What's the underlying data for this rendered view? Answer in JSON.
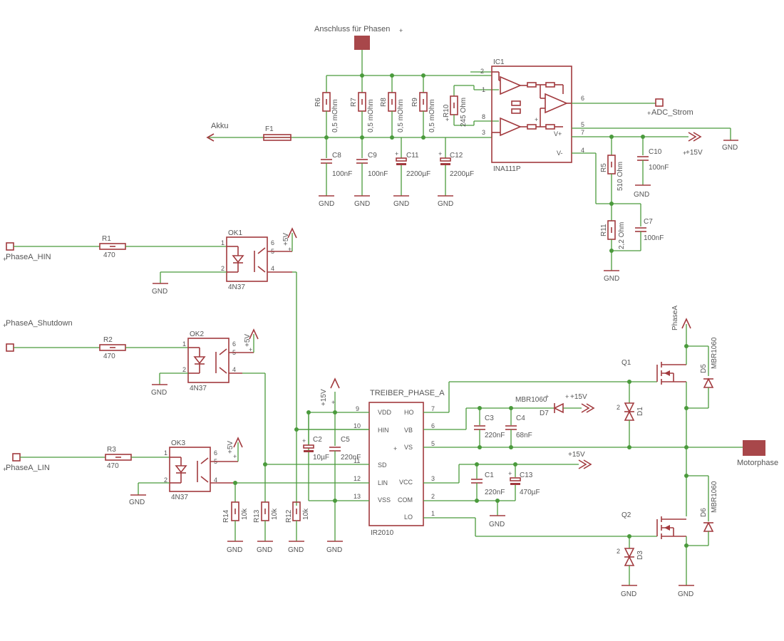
{
  "nets": {
    "phase_in": "Anschluss für Phasen",
    "akku": "Akku",
    "adc": "ADC_Strom",
    "hin": "PhaseA_HIN",
    "shutdown": "PhaseA_Shutdown",
    "lin": "PhaseA_LIN",
    "phasea": "PhaseA",
    "motorphase": "Motorphase",
    "p15v": "+15V",
    "p5v": "+5V",
    "gnd": "GND",
    "treiber": "TREIBER_PHASE_A"
  },
  "parts": {
    "F1": "F1",
    "IC1": "IC1",
    "INA111P": "INA111P",
    "R6": "R6",
    "R7": "R7",
    "R8": "R8",
    "R9": "R9",
    "R10": "R10",
    "v05": "0,5 mOhm",
    "v245": "245 Ohm",
    "C8": "C8",
    "C9": "C9",
    "C11": "C11",
    "C12": "C12",
    "C10": "C10",
    "C7": "C7",
    "v100n": "100nF",
    "v2200u": "2200µF",
    "R5": "R5",
    "v510": "510 Ohm",
    "R11": "R11",
    "v22": "2,2 Ohm",
    "R1": "R1",
    "R2": "R2",
    "R3": "R3",
    "v470": "470",
    "OK1": "OK1",
    "OK2": "OK2",
    "OK3": "OK3",
    "v4n37": "4N37",
    "R12": "R12",
    "R13": "R13",
    "R14": "R14",
    "v10k": "10k",
    "C2": "C2",
    "v10u": "10µF",
    "C5": "C5",
    "v220n": "220nF",
    "IR2010": "IR2010",
    "C3": "C3",
    "C4": "C4",
    "v68n": "68nF",
    "C1": "C1",
    "C13": "C13",
    "v470u": "470µF",
    "D7": "D7",
    "MBR1060": "MBR1060",
    "Q1": "Q1",
    "Q2": "Q2",
    "D1": "D1",
    "D3": "D3",
    "D5": "D5",
    "D6": "D6",
    "one": "1",
    "two": "2",
    "plus": "+"
  },
  "pins": {
    "vdd": "VDD",
    "hin": "HIN",
    "sd": "SD",
    "lin": "LIN",
    "vss": "VSS",
    "ho": "HO",
    "vb": "VB",
    "vs": "VS",
    "vcc": "VCC",
    "com": "COM",
    "lo": "LO",
    "vplus": "V+",
    "vminus": "V-",
    "n1": "1",
    "n2": "2",
    "n3": "3",
    "n4": "4",
    "n5": "5",
    "n6": "6",
    "n7": "7",
    "n8": "8",
    "n9": "9",
    "n10": "10",
    "n11": "11",
    "n12": "12",
    "n13": "13"
  }
}
